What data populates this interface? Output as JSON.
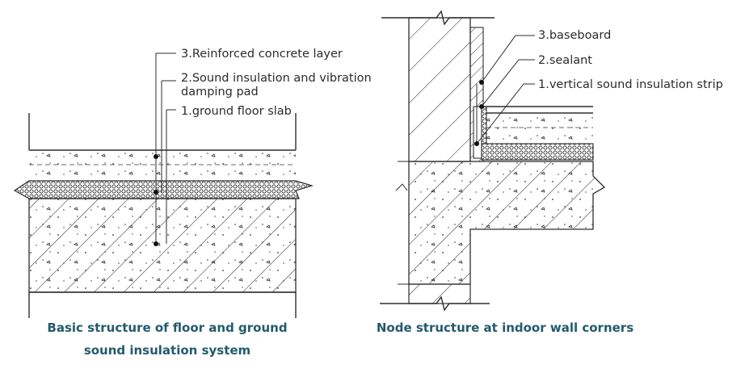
{
  "left": {
    "labels": {
      "layer3": "3.Reinforced concrete layer",
      "layer2_line1": "2.Sound insulation and vibration",
      "layer2_line2": "damping pad",
      "layer1": "1.ground floor slab"
    },
    "caption_line1": "Basic structure of floor and ground",
    "caption_line2": "sound insulation system"
  },
  "right": {
    "labels": {
      "item3": "3.baseboard",
      "item2": "2.sealant",
      "item1": "1.vertical sound insulation strip"
    },
    "caption": "Node structure at indoor wall corners"
  },
  "colors": {
    "line": "#2e2e2e",
    "caption": "#235a6e"
  }
}
